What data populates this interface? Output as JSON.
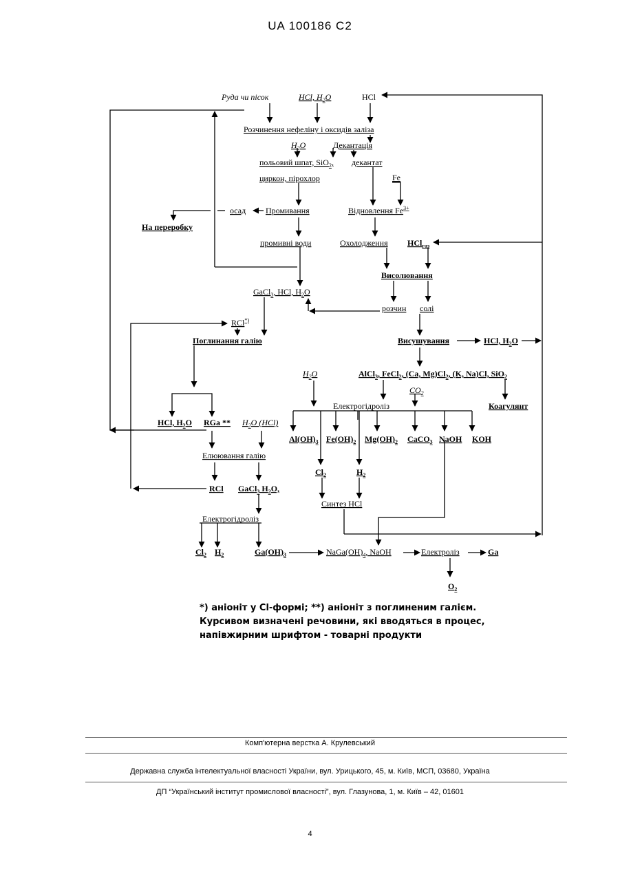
{
  "header": {
    "patent": "UA   100186   C2"
  },
  "diagram": {
    "ruda": "Руда чи пісок",
    "hcl_h2o_top": "HCl, H",
    "hcl_top": "HCl",
    "rozchynennia": "Розчинення нефеліну і оксидів заліза",
    "h2o_1": "H",
    "dekantatsiia": "Декантація",
    "polovyi": "польовий шпат, SiO",
    "dekantat": "декантат",
    "tsyrkon": "циркон, пірохлор",
    "fe": "Fe",
    "osad": "осад",
    "promyvannia": "Промивання",
    "vidnovlennia": "Відновлення Fe",
    "na_pererobku": "На переробку",
    "promyvni_vody": "промивні води",
    "okholodzhennia": "Охолодження",
    "hclgas": "HCl",
    "vysoliuvannia": "Висолювання",
    "gacl3": "GaCl",
    "rozchyn": "розчин",
    "soli": "солі",
    "rcl_star": "RCl",
    "pohlynannia": "Поглинання галію",
    "vysushuvannia": "Висушування",
    "hcl_h2o_right": "HCl, H",
    "h2o_2": "H",
    "alcl3": "AlCl",
    "co2": "CO",
    "elektrohidroliz_1": "Електрогідроліз",
    "koahuliant": "Коагулянт",
    "hcl_h2o_left": "HCl, H",
    "rga": "RGa **",
    "h2o_hcl": "H",
    "al_oh": "Al(OH)",
    "fe_oh": "Fe(OH)",
    "mg_oh": "Mg(OH)",
    "caco3": "CaCO",
    "naoh": "NaOH",
    "koh": "KOH",
    "eliuiuvannia": "Елюювання галію",
    "cl2_a": "Cl",
    "h2_a": "H",
    "rcl": "RCl",
    "gacl3_h2o": "GaCl",
    "syntez": "Синтез  HCl",
    "elektrohidroliz_2": "Електрогідроліз",
    "cl2_b": "Cl",
    "h2_b": "H",
    "ga_oh": "Ga(OH)",
    "naga": "NaGa(OH)",
    "elektroliz": "Електроліз",
    "ga": "Ga",
    "o2": "O"
  },
  "notes": {
    "line1": "*) аніоніт у Cl-формі; **) аніоніт з поглиненим галієм.",
    "line2": "Курсивом визначені речовини, які вводяться в процес,",
    "line3": "напівжирним шрифтом - товарні продукти"
  },
  "footer": {
    "layout": "Комп'ютерна верстка А. Крулевський",
    "service": "Державна служба інтелектуальної власності України, вул. Урицького, 45, м. Київ, МСП, 03680, Україна",
    "institute": "ДП “Український інститут промислової власності”, вул. Глазунова, 1, м. Київ – 42, 01601",
    "page": "4"
  }
}
